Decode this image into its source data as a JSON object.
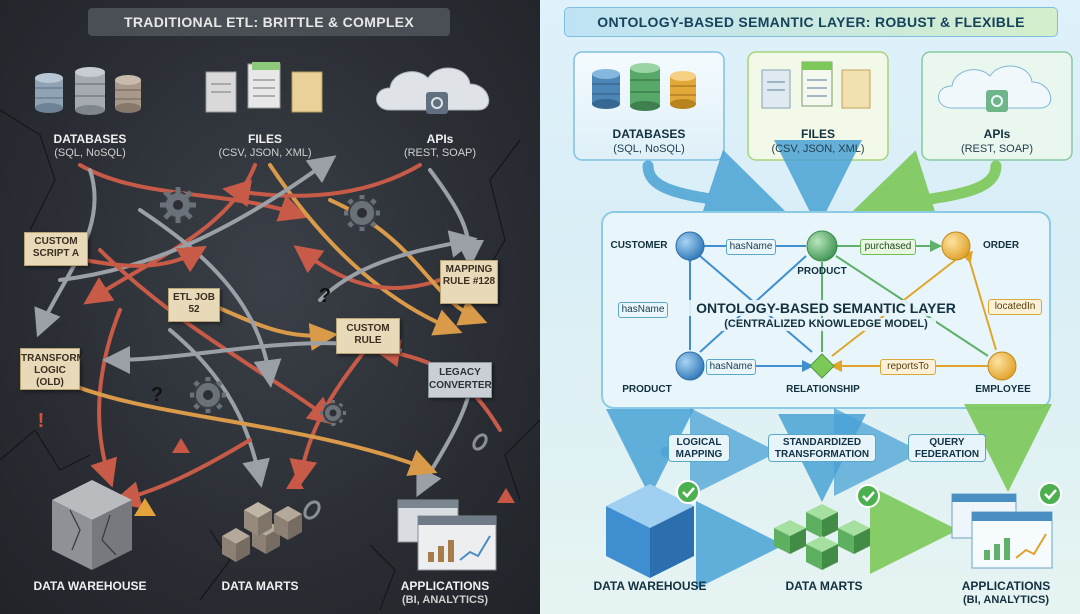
{
  "left": {
    "title": "TRADITIONAL ETL: BRITTLE & COMPLEX",
    "sources": [
      {
        "label": "DATABASES",
        "sub": "(SQL, NoSQL)",
        "icon": "database-icon"
      },
      {
        "label": "FILES",
        "sub": "(CSV, JSON, XML)",
        "icon": "files-icon"
      },
      {
        "label": "APIs",
        "sub": "(REST, SOAP)",
        "icon": "cloud-api-icon"
      }
    ],
    "notes": {
      "custom_script": "CUSTOM SCRIPT A",
      "etl_job": "ETL JOB 52",
      "mapping_rule": "MAPPING RULE #128",
      "custom_rule": "CUSTOM RULE",
      "transform_logic": "TRANSFORM LOGIC (OLD)",
      "legacy_converter": "LEGACY CONVERTER"
    },
    "question_mark": "?",
    "warning_mark": "!",
    "targets": [
      {
        "label": "DATA WAREHOUSE",
        "sub": ""
      },
      {
        "label": "DATA MARTS",
        "sub": ""
      },
      {
        "label": "APPLICATIONS",
        "sub": "(BI, ANALYTICS)"
      }
    ]
  },
  "right": {
    "title": "ONTOLOGY-BASED SEMANTIC LAYER: ROBUST & FLEXIBLE",
    "sources": [
      {
        "label": "DATABASES",
        "sub": "(SQL, NoSQL)"
      },
      {
        "label": "FILES",
        "sub": "(CSV, JSON, XML)"
      },
      {
        "label": "APIs",
        "sub": "(REST, SOAP)"
      }
    ],
    "layer_title": "ONTOLOGY-BASED SEMANTIC LAYER",
    "layer_subtitle": "(CENTRALIZED KNOWLEDGE MODEL)",
    "nodes": {
      "customer": "CUSTOMER",
      "product_top": "PRODUCT",
      "order": "ORDER",
      "product_bottom": "PRODUCT",
      "relationship": "RELATIONSHIP",
      "employee": "EMPLOYEE"
    },
    "edges": {
      "has_name_top": "hasName",
      "purchased": "purchased",
      "has_name_left": "hasName",
      "located_in": "locatedIn",
      "has_name_bottom": "hasName",
      "reports_to": "reportsTo"
    },
    "steps": [
      "LOGICAL MAPPING",
      "STANDARDIZED TRANSFORMATION",
      "QUERY FEDERATION"
    ],
    "targets": [
      {
        "label": "DATA WAREHOUSE",
        "sub": ""
      },
      {
        "label": "DATA MARTS",
        "sub": ""
      },
      {
        "label": "APPLICATIONS",
        "sub": "(BI, ANALYTICS)"
      }
    ]
  },
  "colors": {
    "left_bg": "#2b2f35",
    "right_bg": "#dff1fb",
    "chaos_red": "#c85a48",
    "chaos_orange": "#d99a4a",
    "chaos_gray": "#9aa0a6",
    "flow_blue": "#4aa3d6",
    "flow_green": "#7cc95a",
    "node_blue": "#3f8fd0",
    "node_green": "#5fb06a",
    "node_orange": "#f0b43a",
    "check_green": "#4caf50"
  }
}
